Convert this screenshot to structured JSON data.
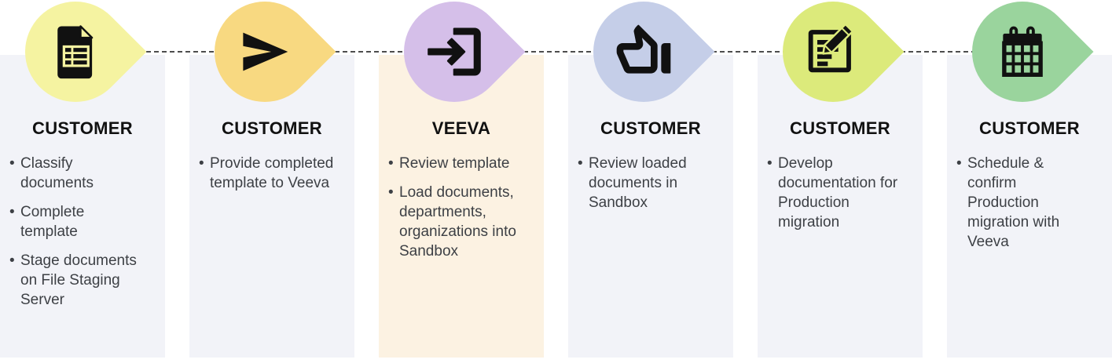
{
  "page": {
    "background": "#ffffff"
  },
  "connector": {
    "style": "dashed",
    "color": "#4d4d4d"
  },
  "columns": [
    {
      "actor": "CUSTOMER",
      "icon": "spreadsheet-document",
      "pin_color": "#F5F3A1",
      "panel_color": "#F2F3F8",
      "bullets": [
        "Classify documents",
        "Complete template",
        "Stage documents on File Staging Server"
      ]
    },
    {
      "actor": "CUSTOMER",
      "icon": "send-paper-plane",
      "pin_color": "#F8D981",
      "panel_color": "#F2F3F8",
      "bullets": [
        "Provide completed template to Veeva"
      ]
    },
    {
      "actor": "VEEVA",
      "icon": "login-import",
      "pin_color": "#D5BFE9",
      "panel_color": "#FCF2E2",
      "bullets": [
        "Review template",
        "Load documents, departments, organizations into Sandbox"
      ]
    },
    {
      "actor": "CUSTOMER",
      "icon": "thumbs-up",
      "pin_color": "#C5CEE8",
      "panel_color": "#F2F3F8",
      "bullets": [
        "Review loaded documents in Sandbox"
      ]
    },
    {
      "actor": "CUSTOMER",
      "icon": "edit-document",
      "pin_color": "#DCEA7B",
      "panel_color": "#F2F3F8",
      "bullets": [
        "Develop documentation for Production migration"
      ]
    },
    {
      "actor": "CUSTOMER",
      "icon": "calendar",
      "pin_color": "#9AD49D",
      "panel_color": "#F2F3F8",
      "bullets": [
        "Schedule & confirm Production migration with Veeva"
      ]
    }
  ]
}
